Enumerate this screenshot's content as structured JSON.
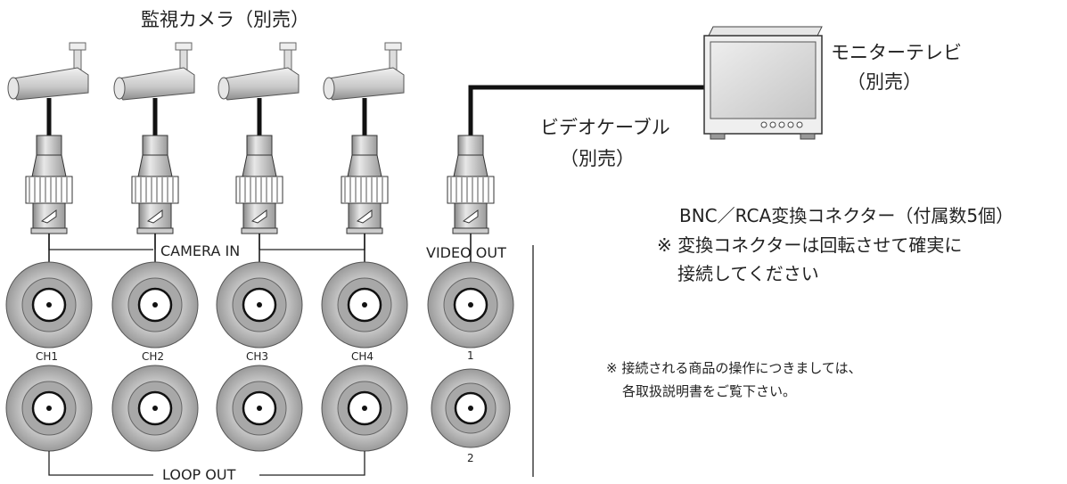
{
  "labels": {
    "cameras_title": "監視カメラ（別売）",
    "monitor_title": "モニターテレビ",
    "monitor_note": "（別売）",
    "cable_title": "ビデオケーブル",
    "cable_note": "（別売）",
    "adapter_line1": "BNC／RCA変換コネクター（付属数5個）",
    "adapter_line2": "※ 変換コネクターは回転させて確実に",
    "adapter_line3": "接続してください",
    "operation_line1": "※ 接続される商品の操作につきましては、",
    "operation_line2": "各取扱説明書をご覧下さい。",
    "camera_in": "CAMERA IN",
    "video_out": "VIDEO OUT",
    "loop_out": "LOOP OUT",
    "channels": [
      "CH1",
      "CH2",
      "CH3",
      "CH4"
    ],
    "video_out_ports": [
      "1",
      "2"
    ]
  }
}
